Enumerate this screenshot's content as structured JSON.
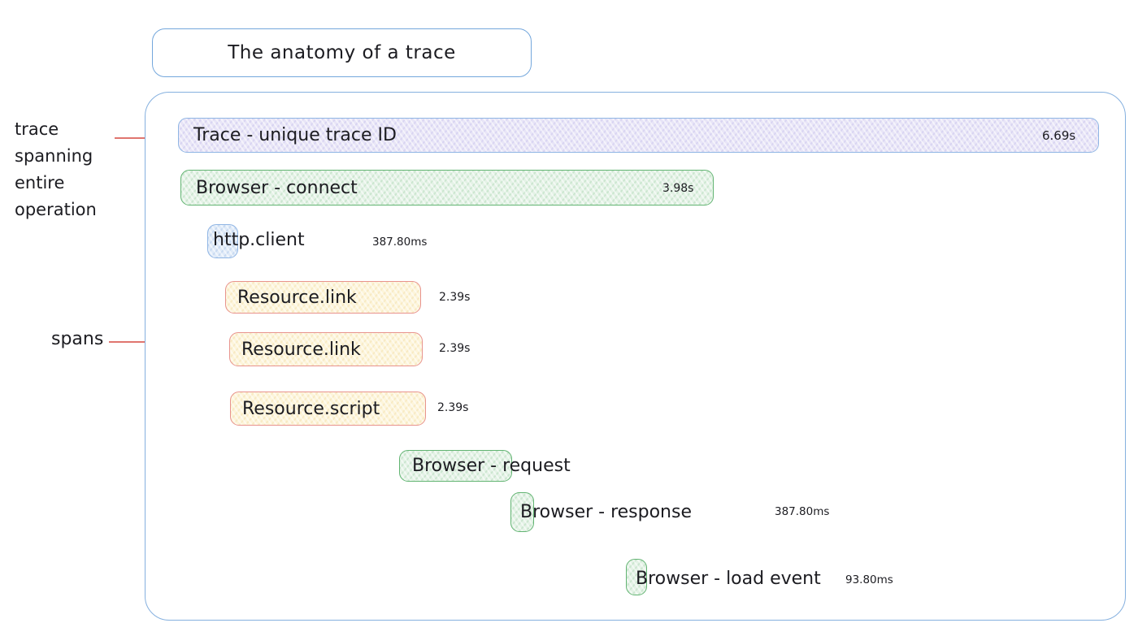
{
  "title": "The anatomy of a trace",
  "annotations": {
    "trace_note": {
      "lines": [
        "trace",
        "spanning",
        "entire",
        "operation"
      ]
    },
    "spans_note": {
      "label": "spans"
    }
  },
  "trace_bar": {
    "label": "Trace - unique trace ID",
    "duration": "6.69s"
  },
  "spans_rows": [
    {
      "label": "Browser - connect",
      "duration": "3.98s",
      "kind": "browser"
    },
    {
      "label": "http.client",
      "duration": "387.80ms",
      "kind": "http"
    },
    {
      "label": "Resource.link",
      "duration": "2.39s",
      "kind": "resource"
    },
    {
      "label": "Resource.link",
      "duration": "2.39s",
      "kind": "resource"
    },
    {
      "label": "Resource.script",
      "duration": "2.39s",
      "kind": "resource"
    },
    {
      "label": "Browser - request",
      "duration": "",
      "kind": "browser"
    },
    {
      "label": "Browser - response",
      "duration": "387.80ms",
      "kind": "browser"
    },
    {
      "label": "Browser - load event",
      "duration": "93.80ms",
      "kind": "browser"
    }
  ],
  "colors": {
    "container_border": "#85b0df",
    "blue_border": "#8fb5e4",
    "trace_fill": "#e8e5f7",
    "green_border": "#62b472",
    "green_fill": "#e4f2e6",
    "yellow_fill": "#fdf5da",
    "red_border": "#e8938d",
    "annotation_red": "#e0756f",
    "http_fill": "#dfeaf8",
    "text": "#1c1c21"
  }
}
